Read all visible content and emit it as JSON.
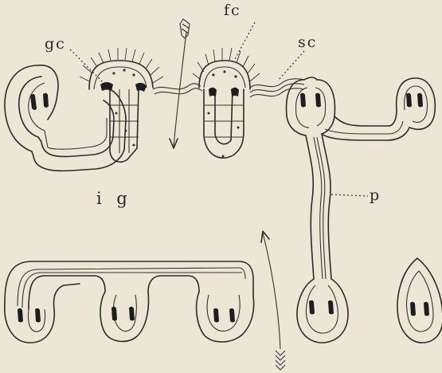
{
  "labels": {
    "gc": "gc",
    "fc": "fc",
    "sc": "sc",
    "ig": "i g",
    "p": "p"
  },
  "colors": {
    "paper": "#ece6d6",
    "ink": "#2b2b2b"
  }
}
